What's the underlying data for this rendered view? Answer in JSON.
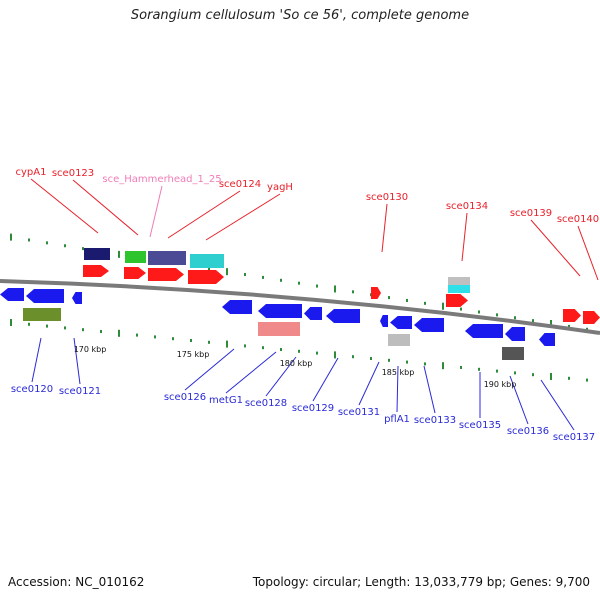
{
  "title": "Sorangium cellulosum 'So ce 56', complete genome",
  "footer": {
    "accession": "Accession: NC_010162",
    "info": "Topology: circular; Length: 13,033,779 bp; Genes: 9,700"
  },
  "colors": {
    "forward_label": "#e8212a",
    "reverse_label": "#2a2ad8",
    "rna_label": "#f07cb8",
    "tick": "#2e8b3a",
    "backbone": "#7a7a7a"
  },
  "scale_labels": [
    "170 kbp",
    "175 kbp",
    "180 kbp",
    "185 kbp",
    "190 kbp"
  ],
  "gene_labels": {
    "top": [
      "cypA1",
      "sce0123",
      "sce_Hammerhead_1_25",
      "sce0124",
      "yagH",
      "sce0130",
      "sce0134",
      "sce0139",
      "sce0140"
    ],
    "bottom": [
      "sce0120",
      "sce0121",
      "sce0126",
      "metG1",
      "sce0128",
      "sce0129",
      "sce0131",
      "pflA1",
      "sce0133",
      "sce0135",
      "sce0136",
      "sce0137"
    ]
  }
}
